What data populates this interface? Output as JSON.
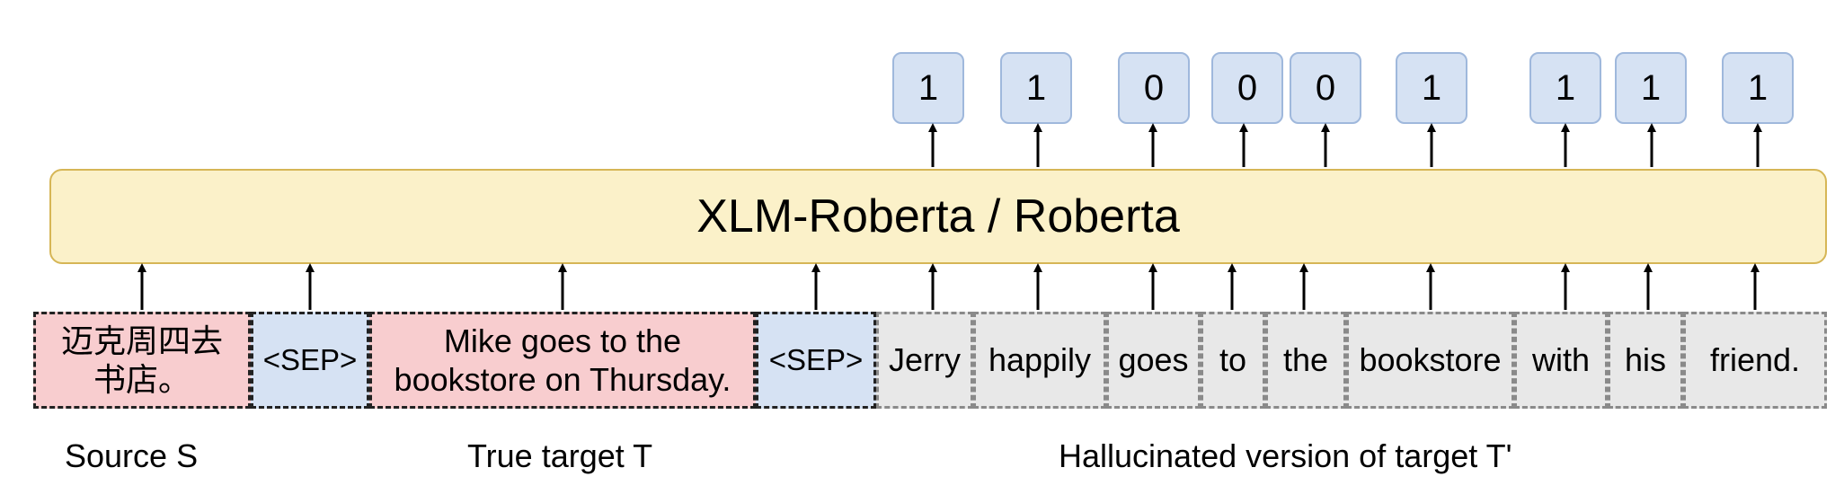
{
  "output_labels": [
    "1",
    "1",
    "0",
    "0",
    "0",
    "1",
    "1",
    "1",
    "1"
  ],
  "model_label": "XLM-Roberta / Roberta",
  "tokens": {
    "source_line1": "迈克周四去",
    "source_line2": "书店。",
    "sep1": "<SEP>",
    "target_line1": "Mike goes to the",
    "target_line2": "bookstore on Thursday.",
    "sep2": "<SEP>",
    "hallucinated": [
      "Jerry",
      "happily",
      "goes",
      "to",
      "the",
      "bookstore",
      "with",
      "his",
      "friend."
    ]
  },
  "captions": {
    "source": "Source S",
    "target": "True target T",
    "hallucinated": "Hallucinated version of target T'"
  }
}
